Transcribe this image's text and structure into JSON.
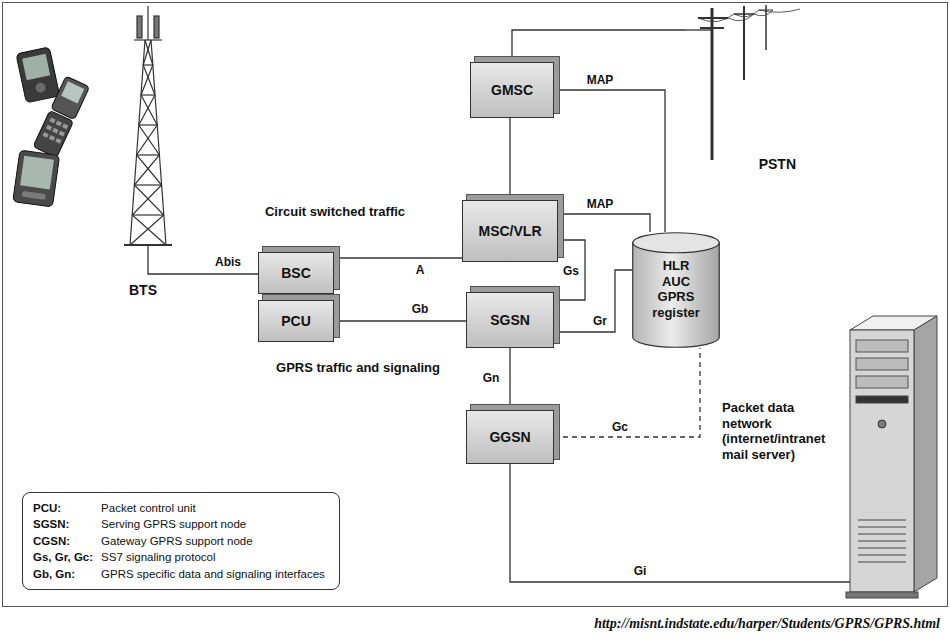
{
  "diagram": {
    "nodes": [
      {
        "text": [
          "BTS"
        ]
      },
      {
        "text": [
          "BSC"
        ]
      },
      {
        "text": [
          "PCU"
        ]
      },
      {
        "text": [
          "GMSC"
        ]
      },
      {
        "text": [
          "MSC/VLR"
        ]
      },
      {
        "text": [
          "SGSN"
        ]
      },
      {
        "text": [
          "GGSN"
        ]
      },
      {
        "text": [
          "HLR AUC GPRS register"
        ]
      },
      {
        "text": [
          "PSTN"
        ]
      },
      {
        "text": [
          "Packet data network (internet/intranet mail server)"
        ]
      },
      {
        "text": [
          "PCU:",
          "Packet control unit",
          "SGSN:",
          "Serving GPRS support node",
          "CGSN:",
          "Gateway GPRS support node",
          "Gs, Gr, Gc:",
          "SS7 signaling protocol",
          "Gb, Gn:",
          "GPRS specific data and signaling interfaces"
        ]
      }
    ],
    "edges": [
      {
        "from": 0,
        "to": 1,
        "label": "Abis",
        "arrow": "none"
      },
      {
        "from": 1,
        "to": 4,
        "label": "A",
        "arrow": "none"
      },
      {
        "from": 2,
        "to": 5,
        "label": "Gb",
        "arrow": "none"
      },
      {
        "from": 3,
        "to": 4,
        "arrow": "none"
      },
      {
        "from": 3,
        "to": 8,
        "arrow": "none"
      },
      {
        "from": 3,
        "to": 7,
        "label": "MAP",
        "arrow": "none"
      },
      {
        "from": 4,
        "to": 7,
        "label": "MAP",
        "arrow": "none"
      },
      {
        "from": 4,
        "to": 5,
        "label": "Gs",
        "arrow": "none"
      },
      {
        "from": 5,
        "to": 7,
        "label": "Gr",
        "arrow": "none"
      },
      {
        "from": 5,
        "to": 6,
        "label": "Gn",
        "arrow": "none"
      },
      {
        "from": 6,
        "to": 7,
        "label": "Gc",
        "arrow": "none"
      },
      {
        "from": 6,
        "to": 9,
        "label": "Gi",
        "arrow": "none"
      }
    ],
    "labels": [
      "Circuit switched traffic",
      "GPRS traffic and signaling",
      "http://misnt.indstate.edu/harper/Students/GPRS/GPRS.html"
    ]
  }
}
